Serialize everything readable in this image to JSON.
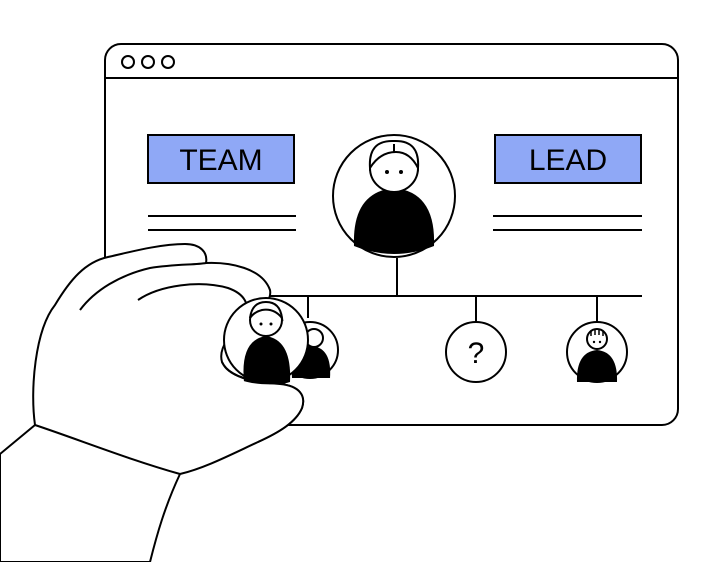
{
  "illustration": {
    "labels": {
      "left": "TEAM",
      "right": "LEAD"
    },
    "unknown_member_glyph": "?",
    "window_controls": [
      "circle",
      "circle",
      "circle"
    ],
    "colors": {
      "label_fill": "#8fa8f6",
      "stroke": "#000000",
      "background": "#ffffff"
    },
    "icons": [
      "window-frame",
      "person-avatar",
      "hand",
      "question-mark"
    ]
  }
}
